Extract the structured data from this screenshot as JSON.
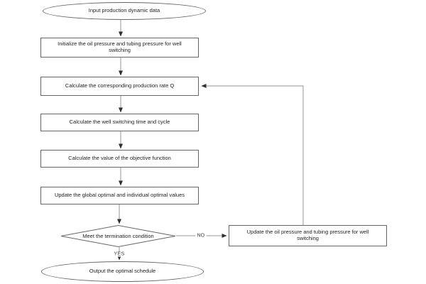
{
  "diagram": {
    "nodes": {
      "start": {
        "label": "Input production dynamic data",
        "shape": "terminator"
      },
      "initialize": {
        "label": "Initialize the oil pressure and tubing pressure for well switching",
        "shape": "process"
      },
      "calc_rate": {
        "label": "Calculate the corresponding production rate Q",
        "shape": "process"
      },
      "calc_time": {
        "label": "Calculate the well switching time and cycle",
        "shape": "process"
      },
      "calc_objective": {
        "label": "Calculate the value of the objective function",
        "shape": "process"
      },
      "update_optimal": {
        "label": "Update the global optimal and individual optimal values",
        "shape": "process"
      },
      "decision": {
        "label": "Meet the termination condition",
        "shape": "decision"
      },
      "update_pressure": {
        "label": "Update the oil pressure and tubing pressure for well switching",
        "shape": "process"
      },
      "end": {
        "label": "Output the optimal schedule",
        "shape": "terminator"
      }
    },
    "edge_labels": {
      "yes": "YES",
      "no": "NO"
    },
    "colors": {
      "background": "#ffffff",
      "node_fill": "#ffffff",
      "node_border": "#666666",
      "connector": "#949494",
      "arrowhead": "#2f2f2f",
      "text": "#1f1f1f"
    }
  }
}
